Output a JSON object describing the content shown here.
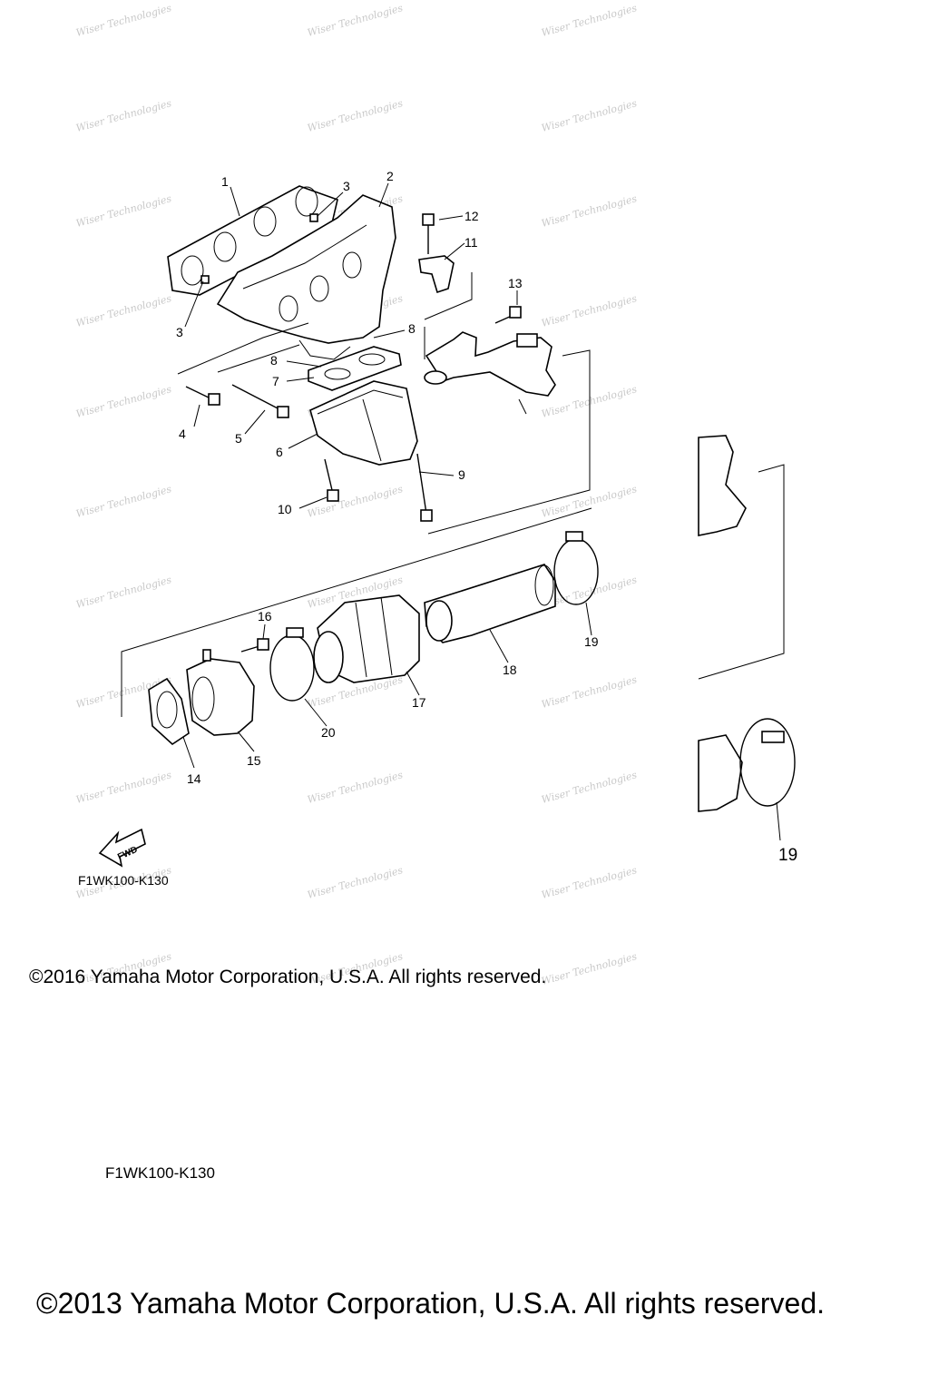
{
  "diagram": {
    "callouts": [
      {
        "id": "1",
        "label": "1"
      },
      {
        "id": "2",
        "label": "2"
      },
      {
        "id": "3a",
        "label": "3"
      },
      {
        "id": "3b",
        "label": "3"
      },
      {
        "id": "4",
        "label": "4"
      },
      {
        "id": "5",
        "label": "5"
      },
      {
        "id": "6",
        "label": "6"
      },
      {
        "id": "7",
        "label": "7"
      },
      {
        "id": "8a",
        "label": "8"
      },
      {
        "id": "8b",
        "label": "8"
      },
      {
        "id": "9",
        "label": "9"
      },
      {
        "id": "10",
        "label": "10"
      },
      {
        "id": "11",
        "label": "11"
      },
      {
        "id": "12",
        "label": "12"
      },
      {
        "id": "13",
        "label": "13"
      },
      {
        "id": "14",
        "label": "14"
      },
      {
        "id": "15",
        "label": "15"
      },
      {
        "id": "16",
        "label": "16"
      },
      {
        "id": "17",
        "label": "17"
      },
      {
        "id": "18",
        "label": "18"
      },
      {
        "id": "19a",
        "label": "19"
      },
      {
        "id": "19b",
        "label": "19"
      },
      {
        "id": "20",
        "label": "20"
      }
    ],
    "fwd_label": "FWD",
    "figure_code": "F1WK100-K130",
    "watermark_text": "Wiser Technologies"
  },
  "footer": {
    "copyright_2016": "©2016 Yamaha Motor Corporation, U.S.A. All rights reserved.",
    "figure_code": "F1WK100-K130",
    "copyright_2013": "©2013 Yamaha Motor Corporation, U.S.A. All rights reserved."
  }
}
